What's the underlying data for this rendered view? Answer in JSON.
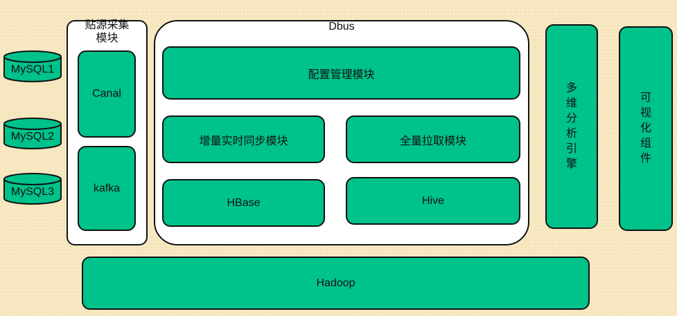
{
  "databases": [
    "MySQL1",
    "MySQL2",
    "MySQL3"
  ],
  "collector": {
    "title_line1": "贴源采集",
    "title_line2": "模块",
    "items": [
      "Canal",
      "kafka"
    ]
  },
  "dbus": {
    "title": "Dbus",
    "modules": {
      "config": "配置管理模块",
      "incremental": "增量实时同步模块",
      "full": "全量拉取模块",
      "hbase": "HBase",
      "hive": "Hive"
    }
  },
  "engine": [
    "多",
    "维",
    "分",
    "析",
    "引",
    "擎"
  ],
  "visual": [
    "可",
    "视",
    "化",
    "组",
    "件"
  ],
  "base": "Hadoop",
  "colors": {
    "module_fill": "#00c28b",
    "container_fill": "#ffffff",
    "background": "#f7e8c2",
    "stroke": "#111111"
  }
}
